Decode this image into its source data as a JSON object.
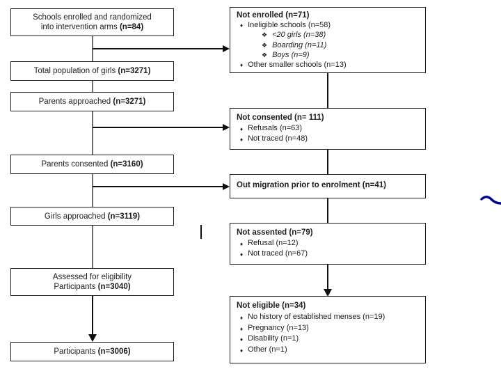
{
  "glyphs": {
    "bullet": "♦",
    "sub_bullet": "❖"
  },
  "colors": {
    "box_border": "#1b1b1b",
    "arrow_line": "#101010",
    "left_connector": "#6e6e6e",
    "pen_mark": "#00008b",
    "background": "#ffffff"
  },
  "left_boxes": [
    {
      "line1": "Schools enrolled and randomized",
      "label": "into intervention arms",
      "n": "(n=84)"
    },
    {
      "label": "Total population of girls",
      "n": "(n=3271)"
    },
    {
      "label": "Parents approached",
      "n": "(n=3271)"
    },
    {
      "label": "Parents consented",
      "n": "(n=3160)"
    },
    {
      "label": "Girls approached",
      "n": "(n=3119)"
    },
    {
      "line1": "Assessed for eligibility",
      "label": "Participants",
      "n": "(n=3040)"
    },
    {
      "label": "Participants",
      "n": "(n=3006)"
    }
  ],
  "right_boxes": [
    {
      "title": "Not enrolled (n=71)",
      "bullets": [
        "Ineligible schools (n=58)",
        "Other smaller schools (n=13)"
      ],
      "sub_bullets": [
        "<20 girls (n=38)",
        "Boarding (n=11)",
        "Boys (n=9)"
      ]
    },
    {
      "title": "Not consented (n= 111)",
      "bullets": [
        "Refusals (n=63)",
        "Not traced (n=48)"
      ]
    },
    {
      "title": "Out migration prior to enrolment (n=41)"
    },
    {
      "title": "Not assented (n=79)",
      "bullets": [
        "Refusal (n=12)",
        "Not traced (n=67)"
      ]
    },
    {
      "title": "Not eligible (n=34)",
      "bullets": [
        "No history of established menses (n=19)",
        "Pregnancy (n=13)",
        "Disability (n=1)",
        "Other (n=1)"
      ]
    }
  ]
}
